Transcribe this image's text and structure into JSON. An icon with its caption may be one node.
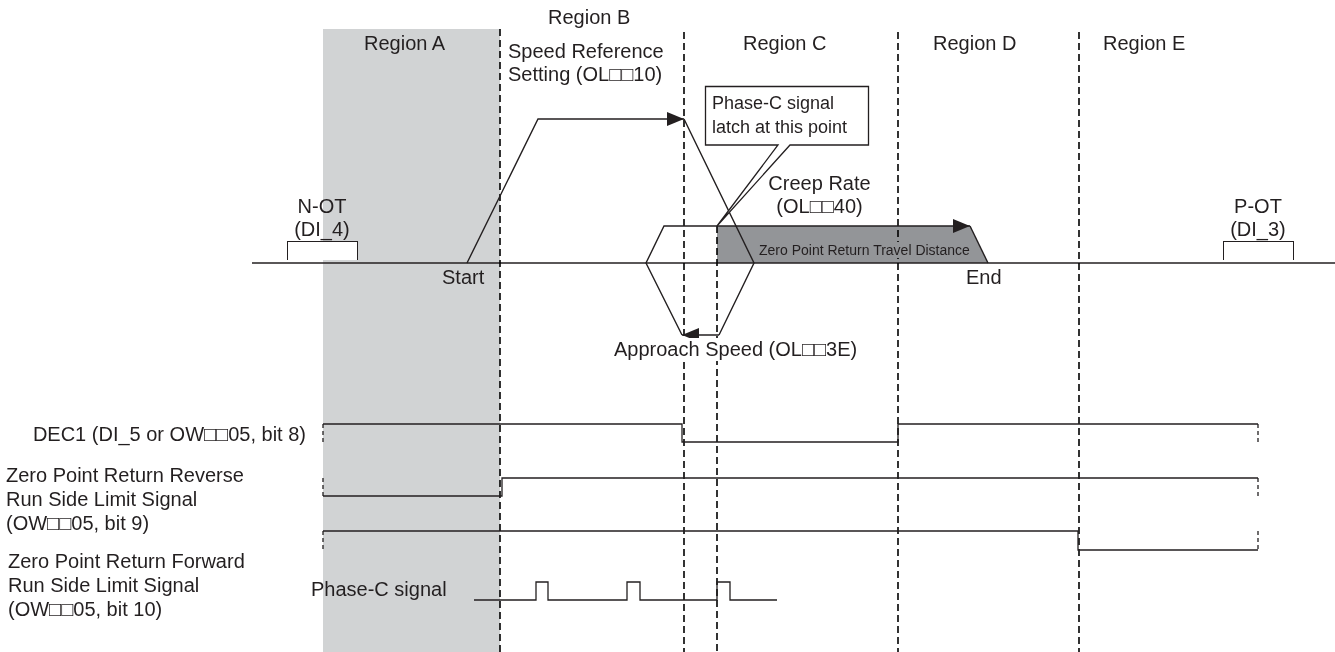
{
  "diagram": {
    "nodes": [
      {
        "text": [
          "Phase-C signal latch at this point"
        ]
      },
      {
        "text": [
          "N-OT (DI_4)"
        ]
      },
      {
        "text": [
          "P-OT (DI_3)"
        ]
      }
    ],
    "labels": [
      "Region B",
      "Region A",
      "Region C",
      "Region D",
      "Region E",
      "Speed Reference Setting (OL□□10)",
      "Creep Rate (OL□□40)",
      "Zero Point Return Travel Distance",
      "Start",
      "End",
      "Approach Speed (OL□□3E)",
      "DEC1 (DI_5 or OW□□05, bit 8)",
      "Zero Point Return Reverse Run Side Limit Signal (OW□□05, bit 9)",
      "Zero Point Return Forward Run Side Limit Signal (OW□□05, bit 10)",
      "Phase-C signal"
    ]
  }
}
